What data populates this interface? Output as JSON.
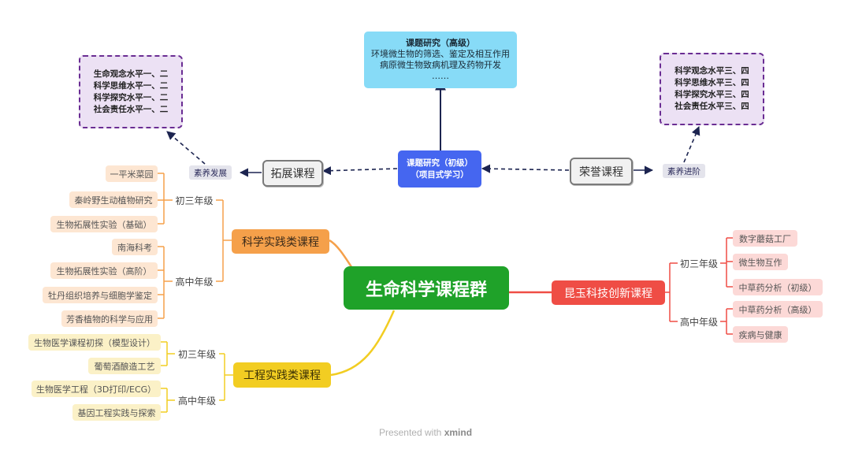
{
  "central": "生命科学课程群",
  "science": {
    "label": "科学实践类课程",
    "grade1": "初三年级",
    "grade1_items": [
      "一平米菜园",
      "秦岭野生动植物研究",
      "生物拓展性实验（基础）"
    ],
    "grade2": "高中年级",
    "grade2_items": [
      "南海科考",
      "生物拓展性实验（高阶）",
      "牡丹组织培养与细胞学鉴定",
      "芳香植物的科学与应用"
    ]
  },
  "engineering": {
    "label": "工程实践类课程",
    "grade1": "初三年级",
    "grade1_items": [
      "生物医学课程初探（模型设计）",
      "葡萄酒酿造工艺"
    ],
    "grade2": "高中年级",
    "grade2_items": [
      "生物医学工程（3D打印/ECG）",
      "基因工程实践与探索"
    ]
  },
  "kunyu": {
    "label": "昆玉科技创新课程",
    "grade1": "初三年级",
    "grade1_items": [
      "数字蘑菇工厂",
      "微生物互作",
      "中草药分析（初级）"
    ],
    "grade2": "高中年级",
    "grade2_items": [
      "中草药分析（高级）",
      "疾病与健康"
    ]
  },
  "research_basic": {
    "line1": "课题研究（初级）",
    "line2": "（项目式学习）"
  },
  "research_advanced": {
    "title": "课题研究（高级）",
    "lines": [
      "环境微生物的筛选、鉴定及相互作用",
      "病原微生物致病机理及药物开发",
      "……"
    ]
  },
  "extension": {
    "label": "拓展课程",
    "tag": "素养发展",
    "levels": [
      "生命观念水平一、二",
      "科学思维水平一、二",
      "科学探究水平一、二",
      "社会责任水平一、二"
    ]
  },
  "honor": {
    "label": "荣誉课程",
    "tag": "素养进阶",
    "levels": [
      "科学观念水平三、四",
      "科学思维水平三、四",
      "科学探究水平三、四",
      "社会责任水平三、四"
    ]
  },
  "footer": {
    "prefix": "Presented with",
    "brand": "xmind"
  },
  "colors": {
    "central": "#1fa229",
    "science": "#f5a04a",
    "engineering": "#f2cd22",
    "kunyu": "#ef4d45",
    "research_basic": "#4566f0",
    "research_advanced": "#87dbf7",
    "level_border": "#6a2d93"
  }
}
